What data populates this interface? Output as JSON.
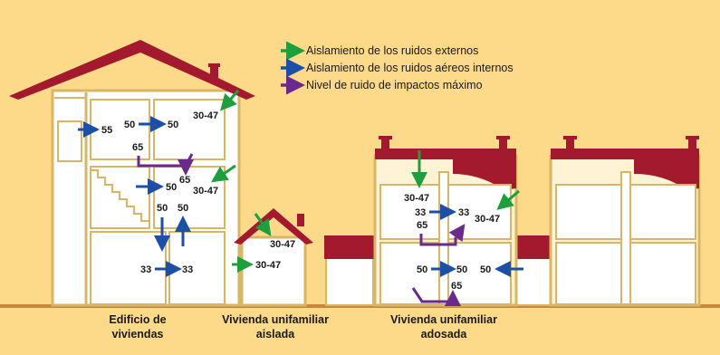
{
  "legend": {
    "external": "Aislamiento de los ruidos externos",
    "internal": "Aislamiento de los ruidos aéreos internos",
    "impact": "Nivel de ruido de impactos máximo"
  },
  "colors": {
    "background": "#FDD98A",
    "roof": "#A31A2E",
    "wall_fill": "#FFFFFF",
    "wall_stroke": "#D9B566",
    "external_arrow": "#1E9E3C",
    "internal_arrow": "#1E4FA6",
    "impact_arrow": "#6A2A8C",
    "ground": "#C8873A"
  },
  "captions": {
    "building_line1": "Edificio de",
    "building_line2": "viviendas",
    "detached_line1": "Vivienda unifamiliar",
    "detached_line2": "aislada",
    "semi_line1": "Vivienda unifamiliar",
    "semi_line2": "adosada"
  },
  "labels": {
    "b_55": "55",
    "b_50a": "50",
    "b_50b": "50",
    "b_3047_top": "30-47",
    "b_65_top": "65",
    "b_65_mid": "65",
    "b_50_mid": "50",
    "b_3047_mid": "30-47",
    "b_50_low_a": "50",
    "b_50_low_b": "50",
    "b_33a": "33",
    "b_33b": "33",
    "d_3047_a": "30-47",
    "d_3047_b": "30-47",
    "s_3047_top": "30-47",
    "s_33a": "33",
    "s_33b": "33",
    "s_65_mid": "65",
    "s_3047_side": "30-47",
    "s_50a": "50",
    "s_50b": "50",
    "s_50c": "50",
    "s_65_low": "65"
  }
}
